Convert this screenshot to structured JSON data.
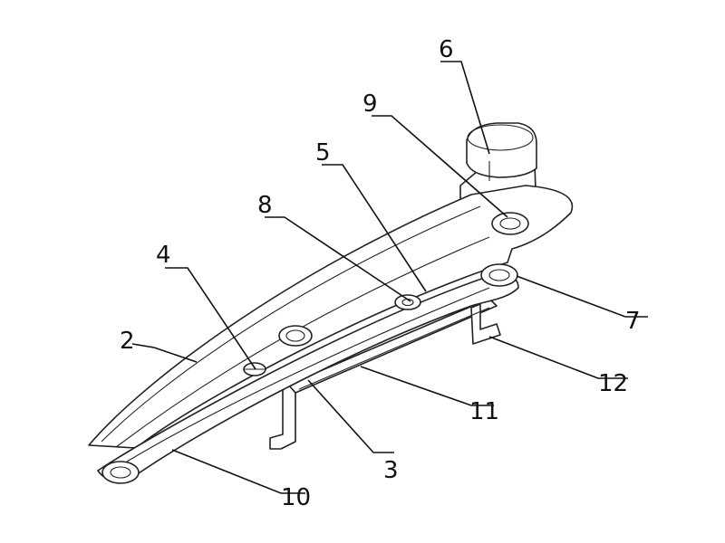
{
  "labels": {
    "l2": "2",
    "l3": "3",
    "l4": "4",
    "l5": "5",
    "l6": "6",
    "l7": "7",
    "l8": "8",
    "l9": "9",
    "l10": "10",
    "l11": "11",
    "l12": "12"
  }
}
